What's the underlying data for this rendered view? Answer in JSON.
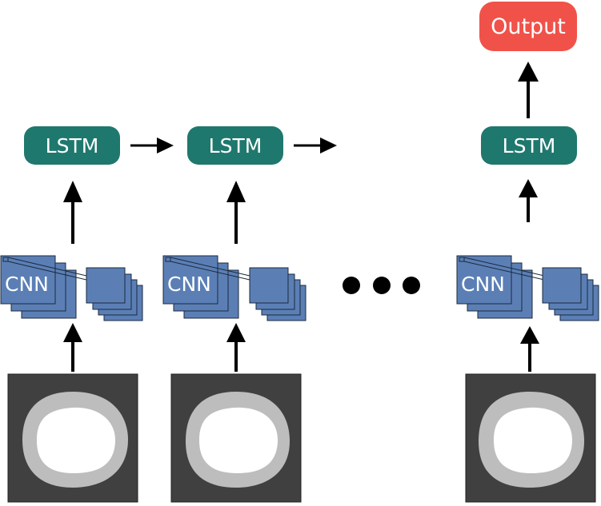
{
  "diagram": {
    "lstm_label": "LSTM",
    "cnn_label": "CNN",
    "output_label": "Output",
    "colors": {
      "lstm_fill": "#1f786e",
      "output_fill": "#f0524a",
      "cnn_fill": "#5b7fb5",
      "cnn_stroke": "#1b2a3d",
      "image_bg": "#404040",
      "ring_fill": "#bdbdbd",
      "center_fill": "#ffffff",
      "arrow": "#000000"
    }
  }
}
